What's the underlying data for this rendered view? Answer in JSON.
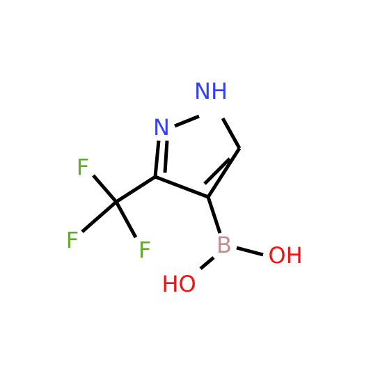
{
  "molecule": {
    "atoms": {
      "nh": {
        "label": "NH",
        "element": "N",
        "color": "#3040ff"
      },
      "n": {
        "label": "N",
        "element": "N",
        "color": "#3040ff"
      },
      "f_top": {
        "label": "F",
        "element": "F",
        "color": "#66aa2d"
      },
      "f_left": {
        "label": "F",
        "element": "F",
        "color": "#66aa2d"
      },
      "f_right": {
        "label": "F",
        "element": "F",
        "color": "#66aa2d"
      },
      "b": {
        "label": "B",
        "element": "B",
        "color": "#c09090"
      },
      "oh_right": {
        "label": "OH",
        "element": "O",
        "color": "#ff0d0d"
      },
      "oh_left": {
        "label": "HO",
        "element": "O",
        "color": "#ff0d0d"
      }
    },
    "bond_color": "#000000"
  }
}
